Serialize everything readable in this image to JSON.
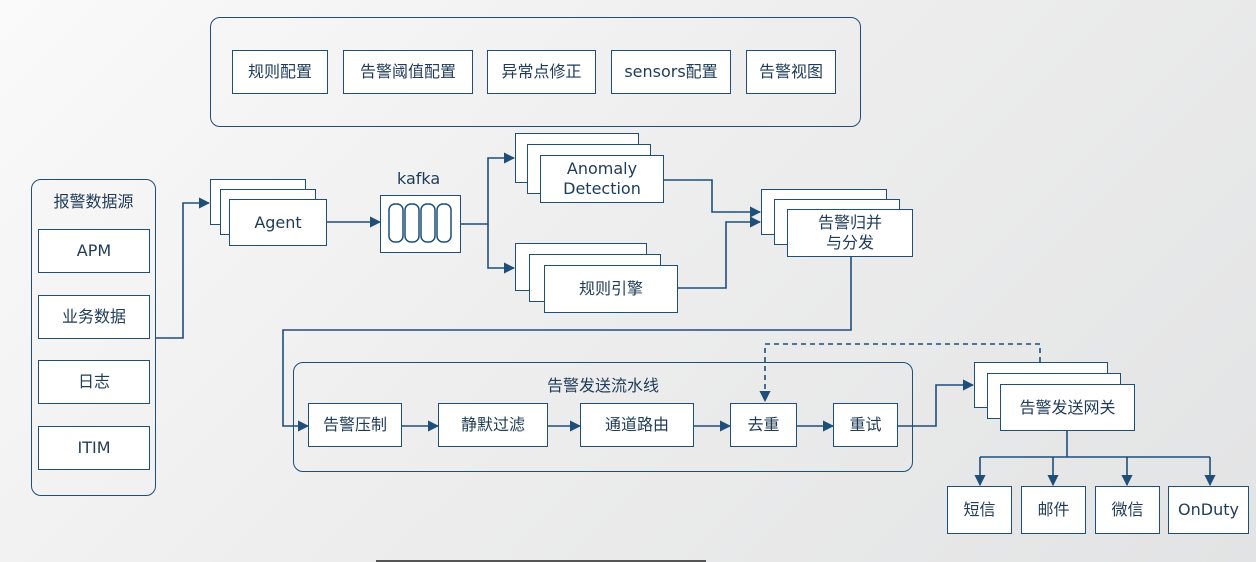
{
  "config_panel": {
    "items": [
      "规则配置",
      "告警阈值配置",
      "异常点修正",
      "sensors配置",
      "告警视图"
    ]
  },
  "source_panel": {
    "title": "报警数据源",
    "items": [
      "APM",
      "业务数据",
      "日志",
      "ITIM"
    ]
  },
  "agent": "Agent",
  "kafka": "kafka",
  "anomaly_detection": "Anomaly Detection",
  "rule_engine": "规则引擎",
  "merge_dispatch": "告警归并\n与分发",
  "pipeline": {
    "title": "告警发送流水线",
    "steps": [
      "告警压制",
      "静默过滤",
      "通道路由",
      "去重",
      "重试"
    ]
  },
  "gateway": "告警发送网关",
  "channels": [
    "短信",
    "邮件",
    "微信",
    "OnDuty"
  ],
  "colors": {
    "line": "#1f4e79",
    "box_fill": "#ffffff",
    "text": "#1f3b57"
  }
}
